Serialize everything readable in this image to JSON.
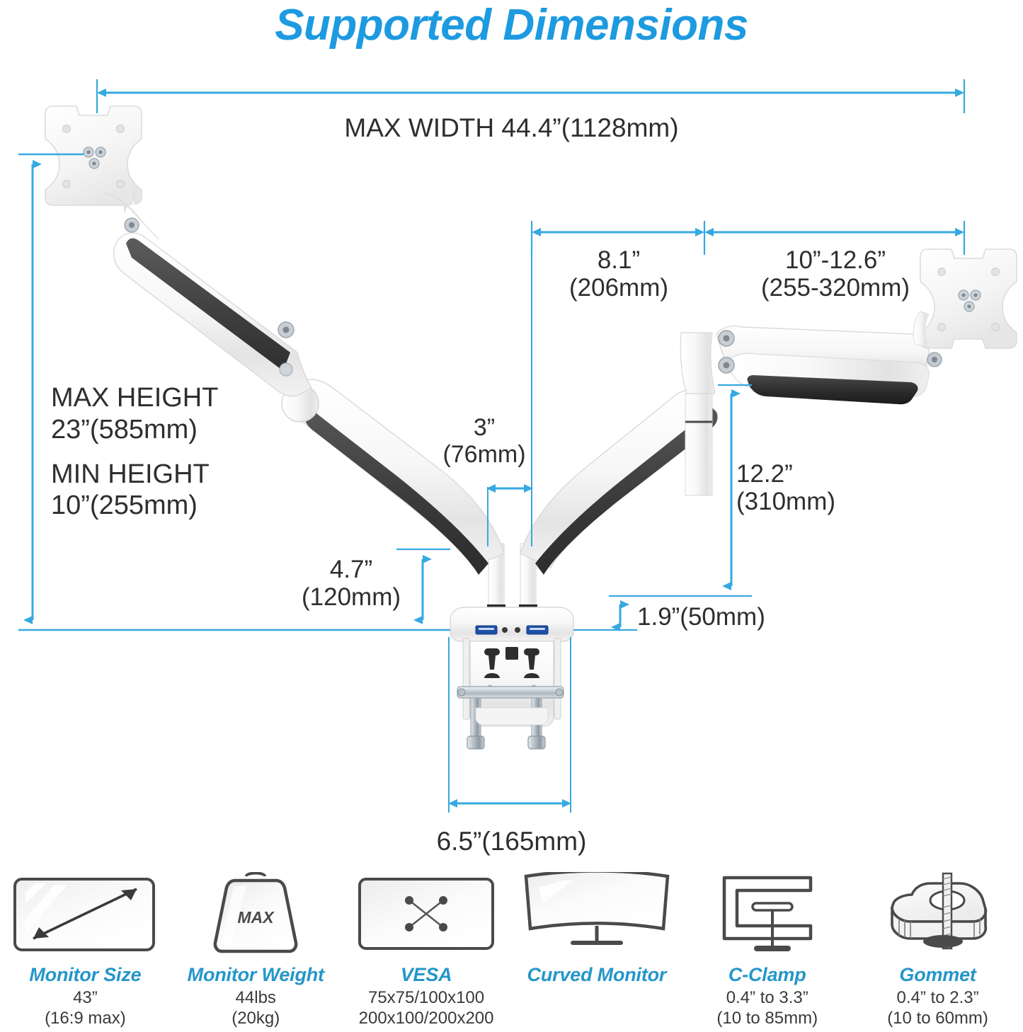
{
  "title": "Supported Dimensions",
  "colors": {
    "accent_blue": "#1d9ae0",
    "dimension_line": "#36a9e1",
    "feature_title": "#2596c9",
    "text": "#2e2e2e",
    "arm_dark": "#3a3a3a"
  },
  "dimensions": {
    "max_width": "MAX WIDTH 44.4”(1128mm)",
    "max_height_label": "MAX HEIGHT",
    "max_height_value": "23”(585mm)",
    "min_height_label": "MIN HEIGHT",
    "min_height_value": "10”(255mm)",
    "inner_arm_in": "8.1”",
    "inner_arm_mm": "(206mm)",
    "outer_arm_in": "10”-12.6”",
    "outer_arm_mm": "(255-320mm)",
    "post_gap_in": "3”",
    "post_gap_mm": "(76mm)",
    "arm_drop_in": "12.2”",
    "arm_drop_mm": "(310mm)",
    "base_height_in": "4.7”",
    "base_height_mm": "(120mm)",
    "low_clear": "1.9”(50mm)",
    "base_width": "6.5”(165mm)"
  },
  "features": [
    {
      "icon": "monitor-size-icon",
      "title": "Monitor Size",
      "sub_lines": [
        "43”",
        "(16:9 max)"
      ]
    },
    {
      "icon": "monitor-weight-icon",
      "title": "Monitor Weight",
      "icon_text": "MAX",
      "sub_lines": [
        "44lbs",
        "(20kg)"
      ]
    },
    {
      "icon": "vesa-icon",
      "title": "VESA",
      "sub_lines": [
        "75x75/100x100",
        "200x100/200x200"
      ]
    },
    {
      "icon": "curved-monitor-icon",
      "title": "Curved Monitor",
      "sub_lines": []
    },
    {
      "icon": "c-clamp-icon",
      "title": "C-Clamp",
      "sub_lines": [
        "0.4” to 3.3”",
        "(10 to 85mm)"
      ]
    },
    {
      "icon": "grommet-icon",
      "title": "Gommet",
      "sub_lines": [
        "0.4” to 2.3”",
        "(10 to 60mm)"
      ]
    }
  ],
  "product": {
    "name": "dual-monitor-gas-spring-desk-mount",
    "ports": [
      "usb-3-port",
      "audio-jack",
      "audio-jack",
      "usb-3-port"
    ]
  }
}
